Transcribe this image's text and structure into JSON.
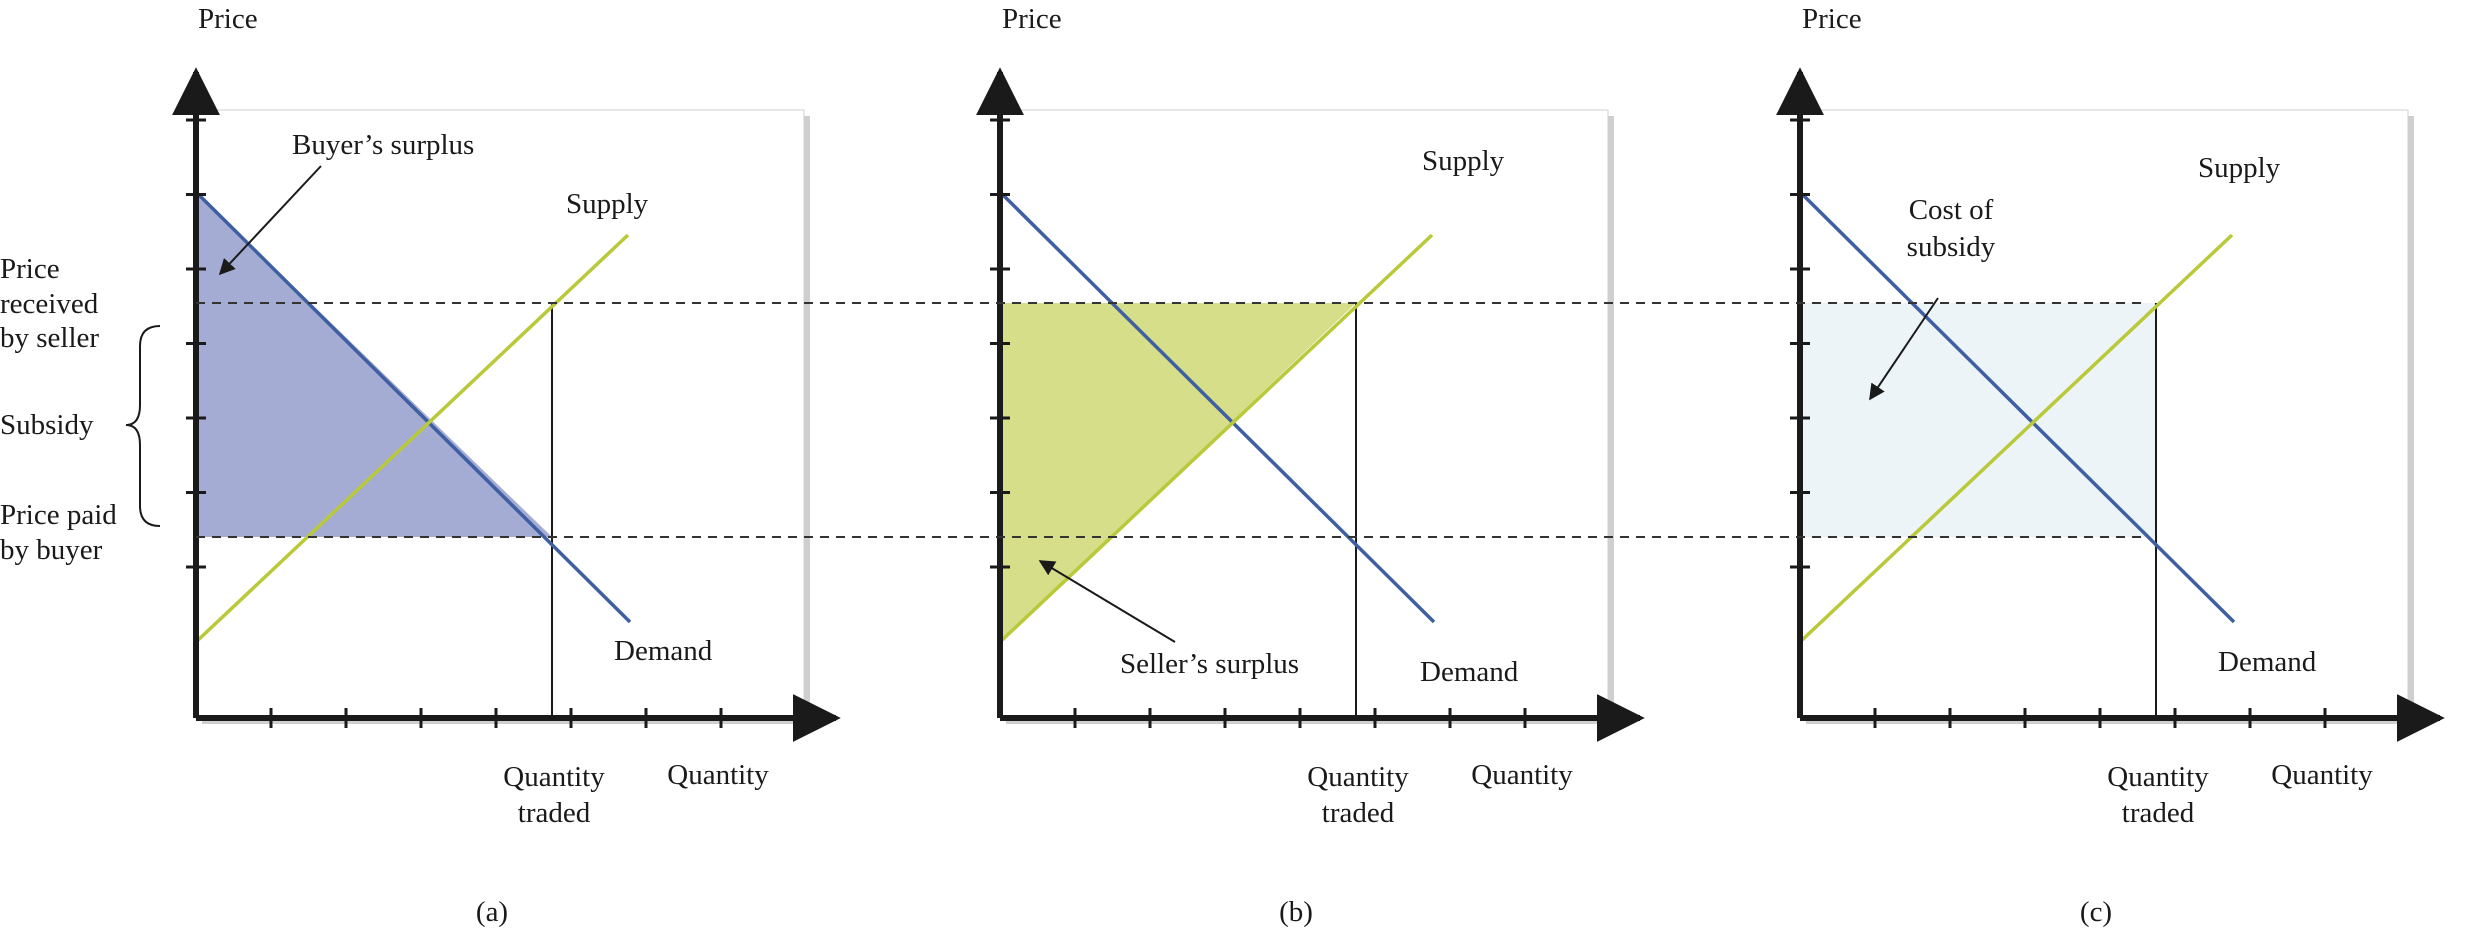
{
  "colors": {
    "demand": "#3e5fa2",
    "supply": "#b9c93a",
    "buyer_surplus_fill": "#a5acd3",
    "seller_surplus_fill": "#d6de8a",
    "subsidy_cost_fill": "#edf4f8",
    "axis": "#1a1a1a",
    "frame_shadow": "#cfcfcf"
  },
  "shared_labels": {
    "price_received": [
      "Price",
      "received",
      "by seller"
    ],
    "subsidy": "Subsidy",
    "price_paid": [
      "Price paid",
      "by buyer"
    ]
  },
  "panels": [
    {
      "id": "a",
      "caption": "(a)",
      "y_axis": "Price",
      "x_axis": "Quantity",
      "quantity_traded": [
        "Quantity",
        "traded"
      ],
      "supply_label": "Supply",
      "demand_label": "Demand",
      "annotation": "Buyer’s surplus",
      "shaded": "buyer_surplus"
    },
    {
      "id": "b",
      "caption": "(b)",
      "y_axis": "Price",
      "x_axis": "Quantity",
      "quantity_traded": [
        "Quantity",
        "traded"
      ],
      "supply_label": "Supply",
      "demand_label": "Demand",
      "annotation": "Seller’s surplus",
      "shaded": "seller_surplus"
    },
    {
      "id": "c",
      "caption": "(c)",
      "y_axis": "Price",
      "x_axis": "Quantity",
      "quantity_traded": [
        "Quantity",
        "traded"
      ],
      "supply_label": "Supply",
      "demand_label": "Demand",
      "annotation": [
        "Cost of",
        "subsidy"
      ],
      "shaded": "cost_of_subsidy"
    }
  ]
}
